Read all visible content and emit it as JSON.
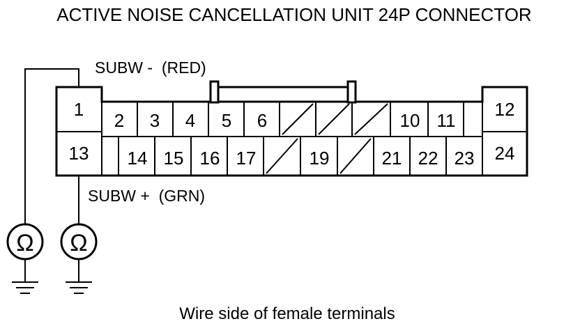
{
  "title": "ACTIVE NOISE CANCELLATION UNIT 24P CONNECTOR",
  "caption": "Wire side of female terminals",
  "wire_labels": {
    "minus": "SUBW -  (RED)",
    "plus": "SUBW +  (GRN)"
  },
  "ohm_symbol": "Ω",
  "icons": [
    "ohmmeter-icon",
    "ground-icon"
  ],
  "terminals": {
    "t1": "1",
    "t2": "2",
    "t3": "3",
    "t4": "4",
    "t5": "5",
    "t6": "6",
    "t10": "10",
    "t11": "11",
    "t12": "12",
    "t13": "13",
    "t14": "14",
    "t15": "15",
    "t16": "16",
    "t17": "17",
    "t19": "19",
    "t21": "21",
    "t22": "22",
    "t23": "23",
    "t24": "24"
  },
  "empty_cavities": [
    "7",
    "8",
    "9",
    "18",
    "20"
  ]
}
